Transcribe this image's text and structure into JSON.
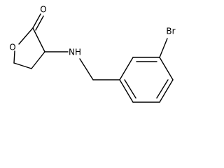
{
  "molecule": {
    "atoms": {
      "carbonyl_oxygen": "O",
      "ring_oxygen": "O",
      "amine": "NH",
      "bromine": "Br"
    }
  },
  "colors": {
    "bond": "#000000",
    "label": "#000000",
    "background": "#ffffff"
  }
}
